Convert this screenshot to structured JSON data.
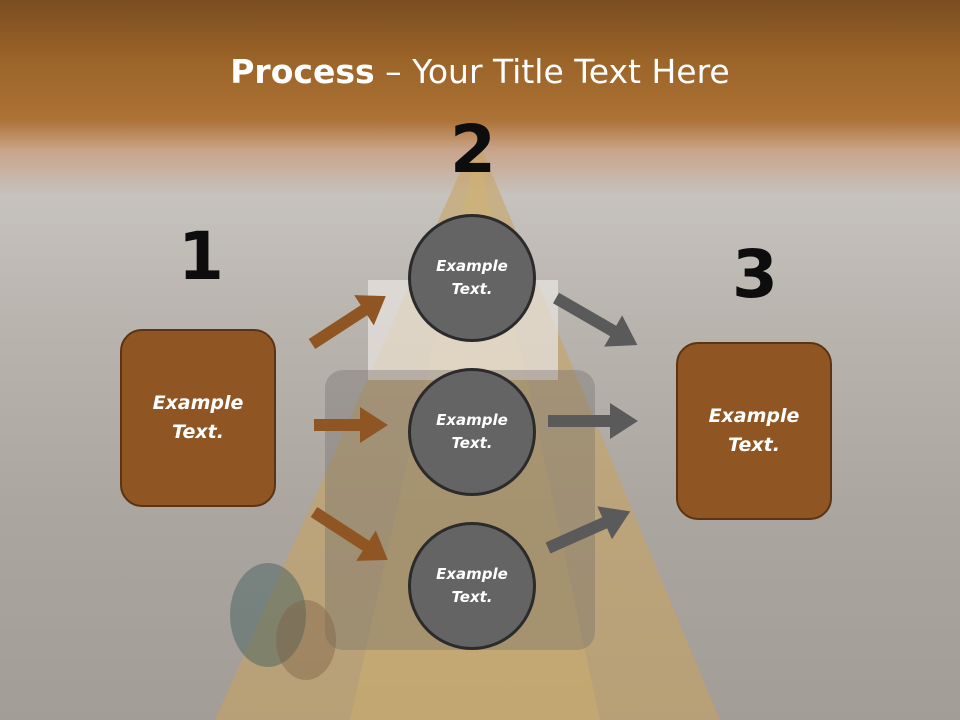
{
  "title": {
    "bold": "Process",
    "rest": " – Your Title Text Here"
  },
  "steps": {
    "n1": "1",
    "n2": "2",
    "n3": "3"
  },
  "boxes": {
    "left": {
      "line1": "Example",
      "line2": "Text."
    },
    "right": {
      "line1": "Example",
      "line2": "Text."
    }
  },
  "circles": [
    {
      "line1": "Example",
      "line2": "Text."
    },
    {
      "line1": "Example",
      "line2": "Text."
    },
    {
      "line1": "Example",
      "line2": "Text."
    }
  ],
  "colors": {
    "header_brown": "#9b6428",
    "box_fill": "#8f5522",
    "arrow_brown": "#8f5522",
    "circle_fill": "#646464",
    "arrow_gray": "#5a5a5a"
  }
}
